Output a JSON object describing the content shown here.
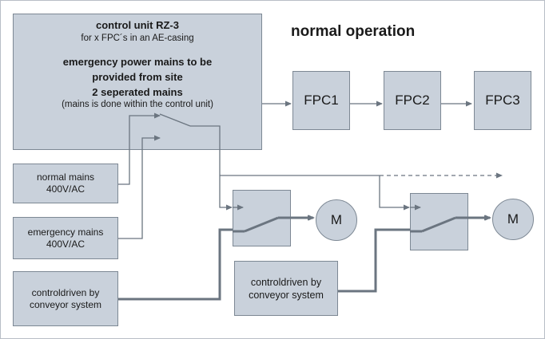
{
  "title": "normal operation",
  "control_unit": {
    "title": "control unit RZ-3",
    "subtitle": "for x FPC´s in an AE-casing",
    "emergency_lines": [
      "emergency power mains to be",
      "provided from site",
      "2 seperated mains"
    ],
    "note": "(mains is done within the control unit)"
  },
  "fpcs": [
    "FPC1",
    "FPC2",
    "FPC3"
  ],
  "inputs": {
    "normal_mains": [
      "normal mains",
      "400V/AC"
    ],
    "emergency_mains": [
      "emergency mains",
      "400V/AC"
    ],
    "control_left": [
      "controldriven by",
      "conveyor system"
    ],
    "control_right": [
      "controldriven by",
      "conveyor system"
    ]
  },
  "motor_label": "M",
  "colors": {
    "box_fill": "#c9d1db",
    "box_border": "#7d8894",
    "line": "#6b7580"
  }
}
